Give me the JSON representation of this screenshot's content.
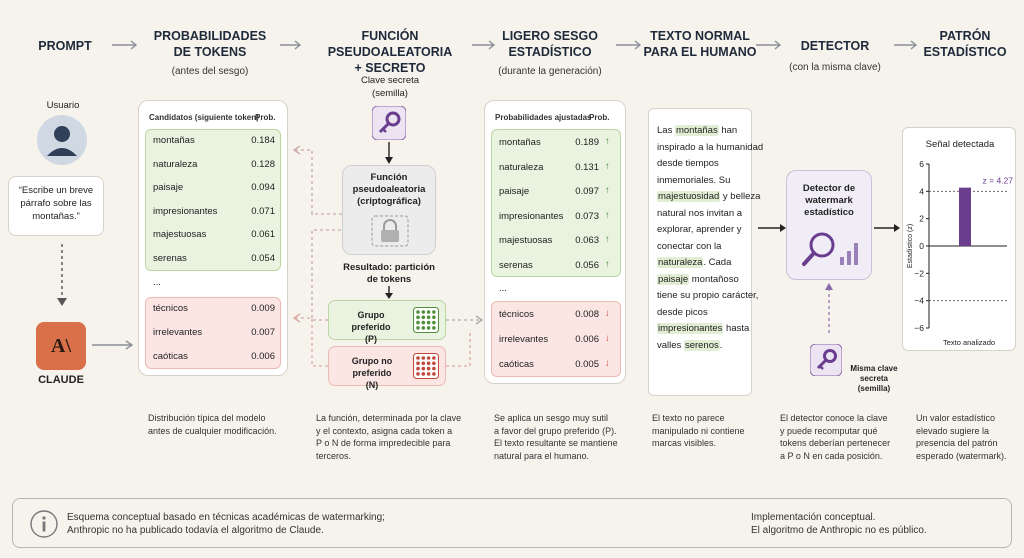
{
  "headers": {
    "prompt": "PROMPT",
    "probs": [
      "PROBABILIDADES",
      "DE TOKENS"
    ],
    "probs_sub": "(antes del sesgo)",
    "func": [
      "FUNCIÓN PSEUDOALEATORIA",
      "+ SECRETO"
    ],
    "bias": [
      "LIGERO SESGO",
      "ESTADÍSTICO"
    ],
    "bias_sub": "(durante la generación)",
    "text": [
      "TEXTO NORMAL",
      "PARA EL HUMANO"
    ],
    "detector": "DETECTOR",
    "detector_sub": "(con la misma clave)",
    "pattern": [
      "PATRÓN",
      "ESTADÍSTICO"
    ]
  },
  "prompt": {
    "user_label": "Usuario",
    "bubble": "“Escribe un breve párrafo sobre las montañas.”",
    "claude_label": "CLAUDE",
    "logo_text": "A\\"
  },
  "probs_table": {
    "col1": "Candidatos (siguiente token)",
    "col2": "Prob.",
    "green": [
      {
        "token": "montañas",
        "prob": "0.184"
      },
      {
        "token": "naturaleza",
        "prob": "0.128"
      },
      {
        "token": "paisaje",
        "prob": "0.094"
      },
      {
        "token": "impresionantes",
        "prob": "0.071"
      },
      {
        "token": "majestuosas",
        "prob": "0.061"
      },
      {
        "token": "serenas",
        "prob": "0.054"
      }
    ],
    "ellipsis": "...",
    "red": [
      {
        "token": "técnicos",
        "prob": "0.009"
      },
      {
        "token": "irrelevantes",
        "prob": "0.007"
      },
      {
        "token": "caóticas",
        "prob": "0.006"
      }
    ]
  },
  "func": {
    "key_label": [
      "Clave secreta",
      "(semilla)"
    ],
    "box_title": [
      "Función",
      "pseudoaleatoria",
      "(criptográfica)"
    ],
    "result_label": [
      "Resultado: partición",
      "de tokens"
    ],
    "preferred": [
      "Grupo preferido",
      "(P)"
    ],
    "nonpreferred": [
      "Grupo no preferido",
      "(N)"
    ]
  },
  "bias_table": {
    "col1": "Probabilidades ajustadas",
    "col2": "Prob.",
    "green": [
      {
        "token": "montañas",
        "prob": "0.189"
      },
      {
        "token": "naturaleza",
        "prob": "0.131"
      },
      {
        "token": "paisaje",
        "prob": "0.097"
      },
      {
        "token": "impresionantes",
        "prob": "0.073"
      },
      {
        "token": "majestuosas",
        "prob": "0.063"
      },
      {
        "token": "serenas",
        "prob": "0.056"
      }
    ],
    "ellipsis": "...",
    "red": [
      {
        "token": "técnicos",
        "prob": "0.008"
      },
      {
        "token": "irrelevantes",
        "prob": "0.006"
      },
      {
        "token": "caóticas",
        "prob": "0.005"
      }
    ],
    "up_arrow": "↑",
    "down_arrow": "↓"
  },
  "text_lines": [
    [
      {
        "t": "Las "
      },
      {
        "t": "montañas",
        "h": true
      },
      {
        "t": " han"
      }
    ],
    [
      {
        "t": "inspirado a la humanidad"
      }
    ],
    [
      {
        "t": "desde tiempos"
      }
    ],
    [
      {
        "t": "inmemoriales. Su"
      }
    ],
    [
      {
        "t": "majestuosidad",
        "h": true
      },
      {
        "t": " y belleza"
      }
    ],
    [
      {
        "t": "natural nos invitan a"
      }
    ],
    [
      {
        "t": "explorar, aprender y"
      }
    ],
    [
      {
        "t": "conectar con la"
      }
    ],
    [
      {
        "t": "naturaleza",
        "h": true
      },
      {
        "t": ". Cada"
      }
    ],
    [
      {
        "t": "paisaje",
        "h": true
      },
      {
        "t": " montañoso"
      }
    ],
    [
      {
        "t": "tiene su propio carácter,"
      }
    ],
    [
      {
        "t": "desde picos"
      }
    ],
    [
      {
        "t": "impresionantes",
        "h": true
      },
      {
        "t": " hasta"
      }
    ],
    [
      {
        "t": "valles "
      },
      {
        "t": "serenos",
        "h": true
      },
      {
        "t": "."
      }
    ]
  ],
  "detector": {
    "title": [
      "Detector de",
      "watermark",
      "estadístico"
    ],
    "key_label": [
      "Misma clave",
      "secreta",
      "(semilla)"
    ]
  },
  "chart_data": {
    "type": "bar",
    "title": "Señal detectada",
    "xlabel": "Texto analizado",
    "ylabel": "Estadístico (z)",
    "ylim": [
      -6,
      6
    ],
    "yticks": [
      "6",
      "4",
      "2",
      "0",
      "−2",
      "−4",
      "−6"
    ],
    "values": [
      4.27
    ],
    "annotation": "z = 4.27",
    "threshold_lines": [
      4,
      -4
    ],
    "bar_color": "#6a3d8f"
  },
  "captions": {
    "probs": [
      "Distribución típica del modelo",
      "antes de cualquier modificación."
    ],
    "func": [
      "La función, determinada por la clave",
      "y el contexto, asigna cada token a",
      "P o N de forma impredecible para",
      "terceros."
    ],
    "bias": [
      "Se aplica un sesgo muy sutil",
      "a favor del grupo preferido (P).",
      "El texto resultante se mantiene",
      "natural para el humano."
    ],
    "text": [
      "El texto no parece",
      "manipulado ni contiene",
      "marcas visibles."
    ],
    "detector": [
      "El detector conoce la clave",
      "y puede recomputar qué",
      "tokens deberían pertenecer",
      "a P o N en cada posición."
    ],
    "pattern": [
      "Un valor estadístico",
      "elevado sugiere la",
      "presencia del patrón",
      "esperado (watermark)."
    ]
  },
  "footer": {
    "left": [
      "Esquema conceptual basado en técnicas académicas de watermarking;",
      "Anthropic no ha publicado todavía el algoritmo de Claude."
    ],
    "right": [
      "Implementación conceptual.",
      "El algoritmo de Anthropic no es público."
    ]
  },
  "colors": {
    "navy": "#1e2a3a",
    "green": "#4f8f3a",
    "red": "#c2483b",
    "purple": "#6a3d8f",
    "claude": "#d9704a"
  }
}
